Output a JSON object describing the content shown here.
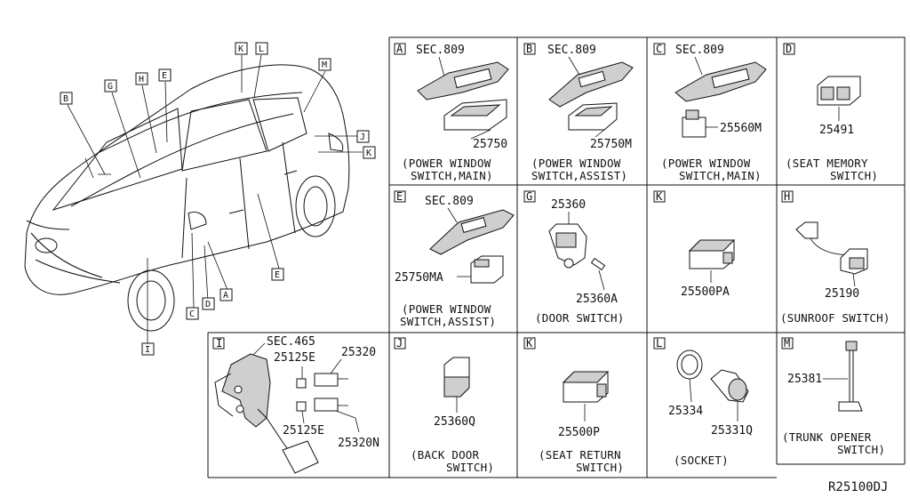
{
  "vehicle": {
    "callouts": [
      "B",
      "G",
      "H",
      "E",
      "K",
      "L",
      "M",
      "J",
      "K",
      "E",
      "A",
      "C",
      "D",
      "I"
    ]
  },
  "cells": {
    "A": {
      "letter": "A",
      "sec": "SEC.809",
      "parts": [
        "25750"
      ],
      "caption1": "(POWER WINDOW",
      "caption2": "SWITCH,MAIN)"
    },
    "B": {
      "letter": "B",
      "sec": "SEC.809",
      "parts": [
        "25750M"
      ],
      "caption1": "(POWER WINDOW",
      "caption2": "SWITCH,ASSIST)"
    },
    "C": {
      "letter": "C",
      "sec": "SEC.809",
      "parts": [
        "25560M"
      ],
      "caption1": "(POWER WINDOW",
      "caption2": "SWITCH,MAIN)"
    },
    "D": {
      "letter": "D",
      "parts": [
        "25491"
      ],
      "caption1": "(SEAT MEMORY",
      "caption2": "SWITCH)"
    },
    "E": {
      "letter": "E",
      "sec": "SEC.809",
      "parts": [
        "25750MA"
      ],
      "caption1": "(POWER WINDOW",
      "caption2": "SWITCH,ASSIST)"
    },
    "G": {
      "letter": "G",
      "parts": [
        "25360",
        "25360A"
      ],
      "caption1": "(DOOR SWITCH)"
    },
    "K1": {
      "letter": "K",
      "parts": [
        "25500PA"
      ]
    },
    "H": {
      "letter": "H",
      "parts": [
        "25190"
      ],
      "caption1": "(SUNROOF SWITCH)"
    },
    "I": {
      "letter": "I",
      "sec": "SEC.465",
      "parts": [
        "25320",
        "25125E",
        "25125E",
        "25320N"
      ]
    },
    "J": {
      "letter": "J",
      "parts": [
        "25360Q"
      ],
      "caption1": "(BACK DOOR",
      "caption2": "SWITCH)"
    },
    "K2": {
      "letter": "K",
      "parts": [
        "25500P"
      ],
      "caption1": "(SEAT RETURN",
      "caption2": "SWITCH)"
    },
    "L": {
      "letter": "L",
      "parts": [
        "25334",
        "25331Q"
      ],
      "caption1": "(SOCKET)"
    },
    "M": {
      "letter": "M",
      "parts": [
        "25381"
      ],
      "caption1": "(TRUNK OPENER",
      "caption2": "SWITCH)"
    }
  },
  "diagram_ref": "R25100DJ",
  "colors": {
    "line": "#111111",
    "shade": "#cfcfcf",
    "background": "#ffffff"
  }
}
